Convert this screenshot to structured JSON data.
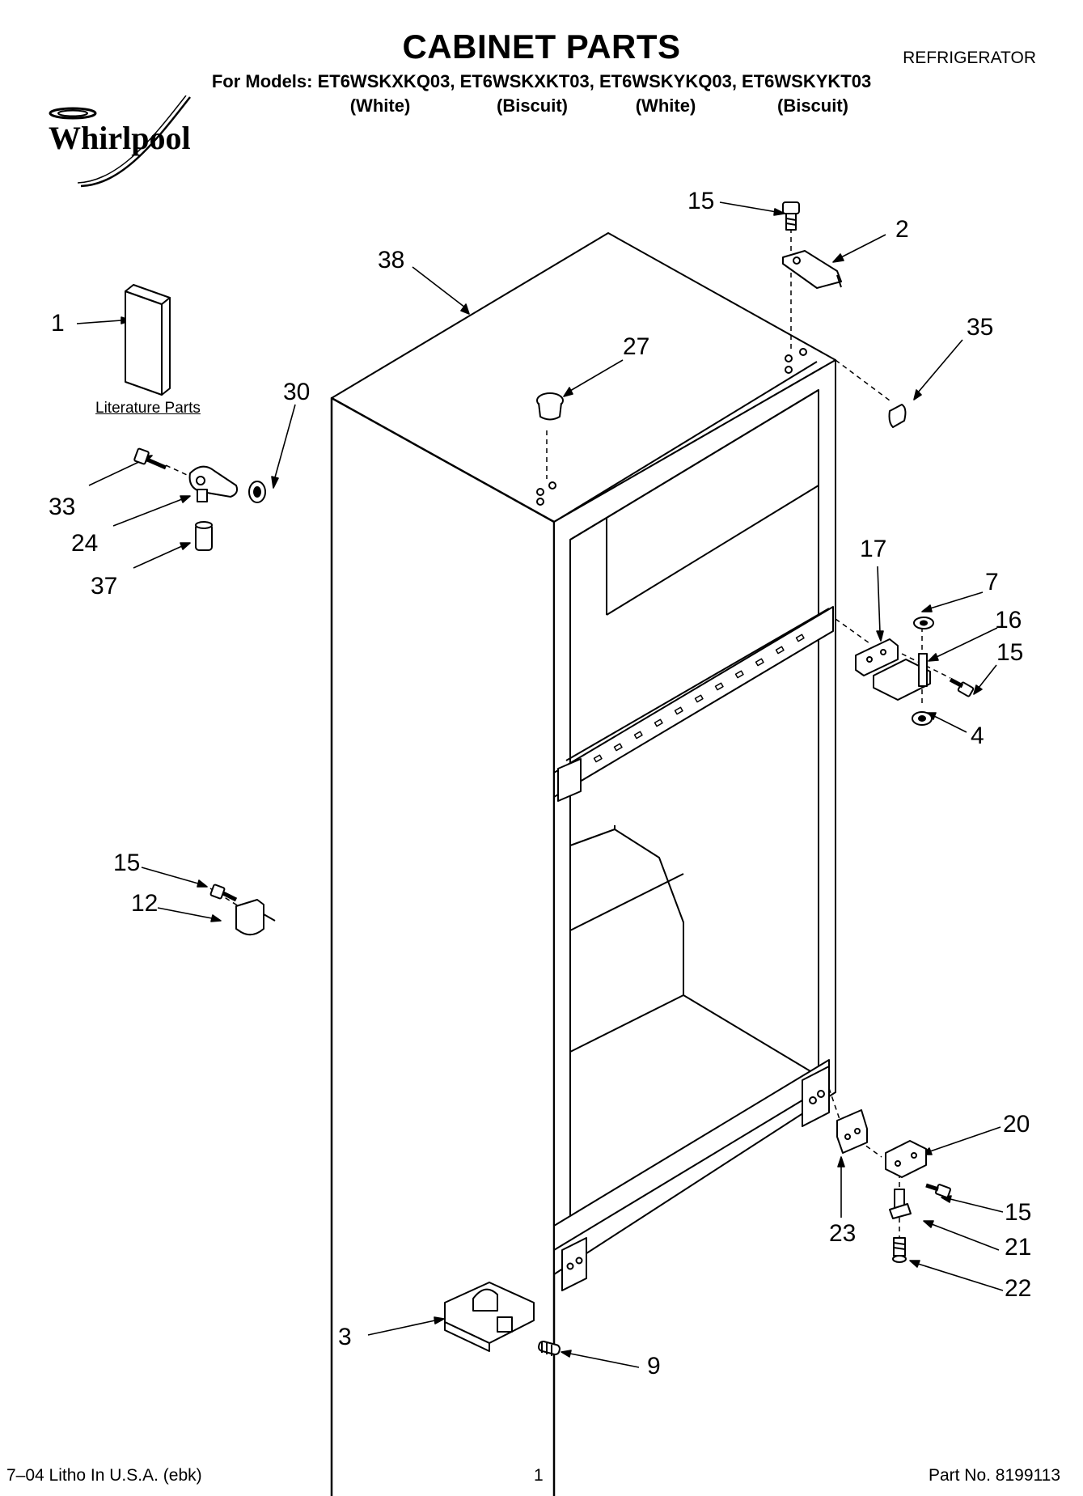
{
  "header": {
    "title": "CABINET PARTS",
    "doc_type": "REFRIGERATOR",
    "models_line": "For Models: ET6WSKXKQ03, ET6WSKXKT03, ET6WSKYKQ03, ET6WSKYKT03",
    "variants": [
      "(White)",
      "(Biscuit)",
      "(White)",
      "(Biscuit)"
    ],
    "brand": "Whirlpool"
  },
  "diagram": {
    "literature_label": "Literature Parts",
    "callouts": {
      "c1": "1",
      "c2": "2",
      "c3": "3",
      "c4": "4",
      "c7": "7",
      "c9": "9",
      "c12": "12",
      "c15a": "15",
      "c15b": "15",
      "c15c": "15",
      "c15d": "15",
      "c16": "16",
      "c17": "17",
      "c20": "20",
      "c21": "21",
      "c22": "22",
      "c23": "23",
      "c24": "24",
      "c27": "27",
      "c30": "30",
      "c33": "33",
      "c35": "35",
      "c37": "37",
      "c38": "38"
    }
  },
  "footer": {
    "left": "7–04 Litho In U.S.A. (ebk)",
    "page": "1",
    "part_no": "Part No. 8199113"
  }
}
